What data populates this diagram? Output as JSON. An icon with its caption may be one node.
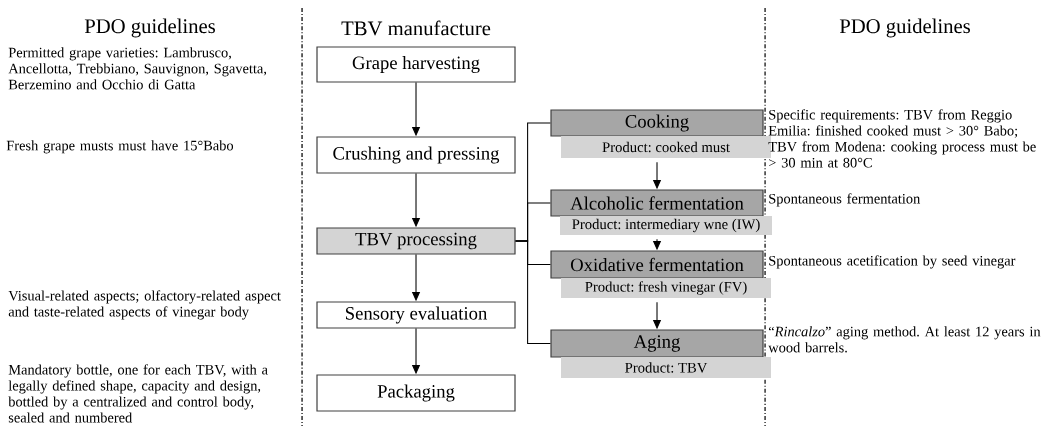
{
  "diagram": {
    "nodes": [
      {
        "text": [
          "Grape harvesting"
        ]
      },
      {
        "text": [
          "Crushing and pressing"
        ]
      },
      {
        "text": [
          "TBV processing"
        ]
      },
      {
        "text": [
          "Sensory evaluation"
        ]
      },
      {
        "text": [
          "Packaging"
        ]
      },
      {
        "text": [
          "Cooking"
        ]
      },
      {
        "text": [
          "Product: cooked must"
        ]
      },
      {
        "text": [
          "Alcoholic fermentation"
        ]
      },
      {
        "text": [
          "Product: intermediary wne (IW)"
        ]
      },
      {
        "text": [
          "Oxidative fermentation"
        ]
      },
      {
        "text": [
          "Product: fresh vinegar (FV)"
        ]
      },
      {
        "text": [
          "Aging"
        ]
      },
      {
        "text": [
          "Product: TBV"
        ]
      }
    ],
    "edges": [
      {
        "from": 0,
        "to": 1,
        "arrow": "to"
      },
      {
        "from": 1,
        "to": 2,
        "arrow": "to"
      },
      {
        "from": 2,
        "to": 3,
        "arrow": "to"
      },
      {
        "from": 3,
        "to": 4,
        "arrow": "to"
      },
      {
        "from": 2,
        "to": 5,
        "arrow": "none"
      },
      {
        "from": 2,
        "to": 7,
        "arrow": "none"
      },
      {
        "from": 2,
        "to": 9,
        "arrow": "none"
      },
      {
        "from": 2,
        "to": 11,
        "arrow": "none"
      },
      {
        "from": 6,
        "to": 7,
        "arrow": "to"
      },
      {
        "from": 8,
        "to": 9,
        "arrow": "to"
      },
      {
        "from": 10,
        "to": 11,
        "arrow": "to"
      }
    ],
    "labels": [
      "PDO guidelines",
      "TBV manufacture",
      "PDO guidelines",
      "Permitted grape varieties: Lambrusco, Ancellotta, Trebbiano, Sauvignon, Sgavetta, Berzemino and Occhio di Gatta",
      "Fresh grape musts must have 15°Babo",
      "Visual-related aspects; olfactory-related aspect and taste-related aspects of vinegar body",
      "Mandatory bottle, one for each TBV, with a legally defined shape, capacity and design, bottled by a centralized and control body, sealed and numbered",
      "Specific requirements: TBV from Reggio Emilia: finished cooked must > 30° Babo; TBV from Modena: cooking process must be > 30 min at 80°C",
      "Spontaneous fermentation",
      "Spontaneous acetification by seed vinegar",
      "“*Rincalzo*” aging method. At least 12 years in wood barrels."
    ]
  }
}
